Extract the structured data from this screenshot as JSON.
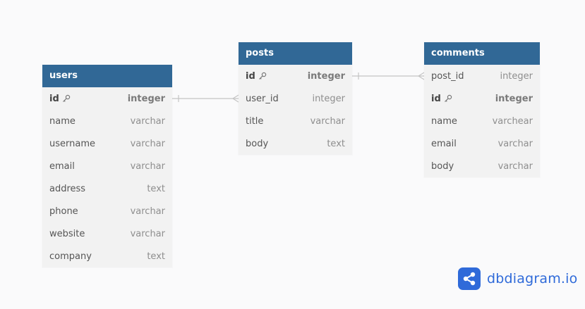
{
  "tables": {
    "users": {
      "name": "users",
      "fields": [
        {
          "name": "id",
          "type": "integer",
          "pk": true
        },
        {
          "name": "name",
          "type": "varchar"
        },
        {
          "name": "username",
          "type": "varchar"
        },
        {
          "name": "email",
          "type": "varchar"
        },
        {
          "name": "address",
          "type": "text"
        },
        {
          "name": "phone",
          "type": "varchar"
        },
        {
          "name": "website",
          "type": "varchar"
        },
        {
          "name": "company",
          "type": "text"
        }
      ]
    },
    "posts": {
      "name": "posts",
      "fields": [
        {
          "name": "id",
          "type": "integer",
          "pk": true
        },
        {
          "name": "user_id",
          "type": "integer"
        },
        {
          "name": "title",
          "type": "varchar"
        },
        {
          "name": "body",
          "type": "text"
        }
      ]
    },
    "comments": {
      "name": "comments",
      "fields": [
        {
          "name": "post_id",
          "type": "integer"
        },
        {
          "name": "id",
          "type": "integer",
          "pk": true
        },
        {
          "name": "name",
          "type": "varchear"
        },
        {
          "name": "email",
          "type": "varchar"
        },
        {
          "name": "body",
          "type": "varchar"
        }
      ]
    }
  },
  "relations": [
    {
      "from_table": "users",
      "from_field": "id",
      "to_table": "posts",
      "to_field": "user_id",
      "type": "one-to-many"
    },
    {
      "from_table": "posts",
      "from_field": "id",
      "to_table": "comments",
      "to_field": "post_id",
      "type": "one-to-many"
    }
  ],
  "colors": {
    "header": "#316896",
    "row_bg": "#f2f2f2",
    "connector": "#c4c4c4",
    "brand": "#2f6ad9"
  },
  "logo": {
    "text": "dbdiagram.io",
    "icon": "share-nodes-icon"
  }
}
